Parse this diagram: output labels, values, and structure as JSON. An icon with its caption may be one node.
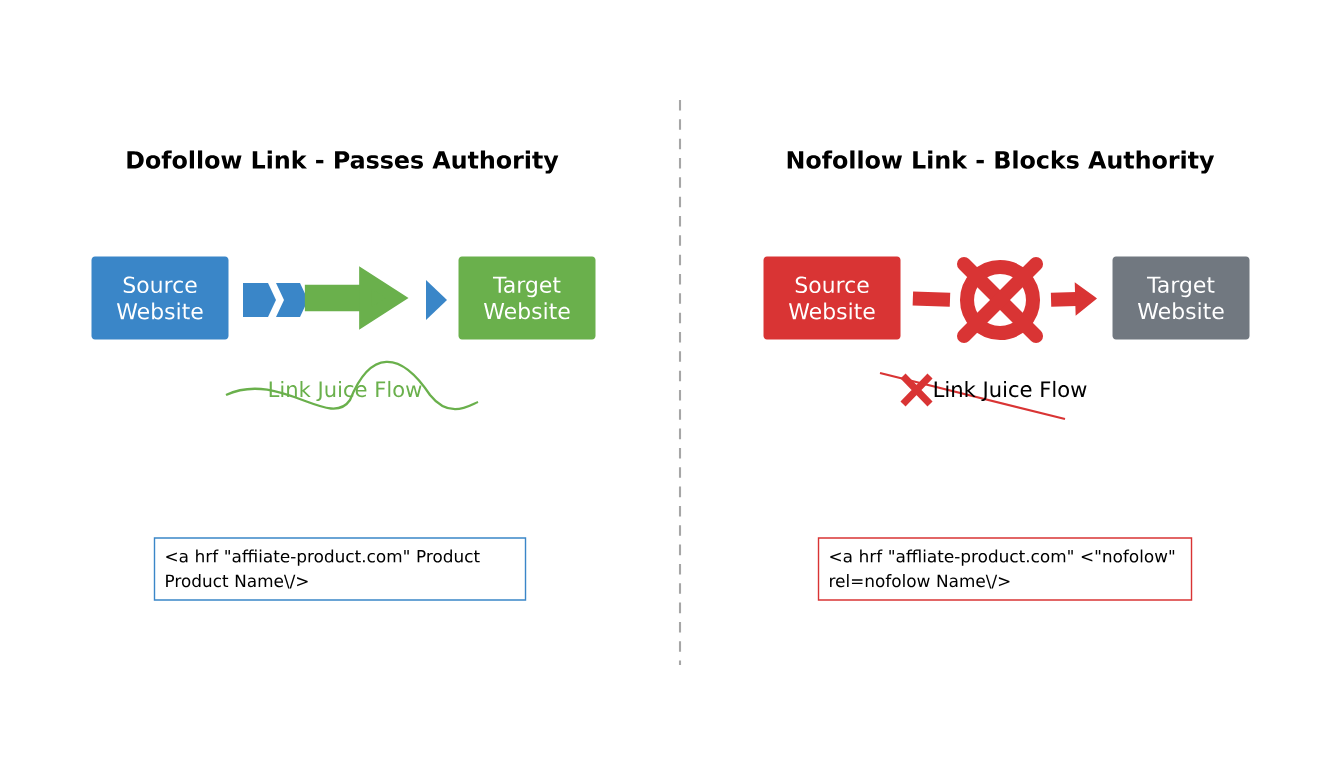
{
  "diagram": {
    "nodes": [
      {
        "text": [
          "Source Website"
        ]
      },
      {
        "text": [
          "Target Website"
        ]
      },
      {
        "text": [
          "Source Website"
        ]
      },
      {
        "text": [],
        "shape": "circle"
      },
      {
        "text": [
          "Target Website"
        ]
      },
      {
        "text": [
          "<a hrf  \"affiiate-product.com\" Product Product Name\\/>"
        ]
      },
      {
        "text": [
          "<a hrf \"affliate-product.com\" <\"nofolow\" rel=nofolow Name\\/>"
        ]
      }
    ],
    "edges": [
      {
        "from": 0,
        "to": 1,
        "arrow": "to",
        "style": "thick",
        "color": "#6ab04c"
      },
      {
        "from": 2,
        "to": 3,
        "arrow": "none"
      },
      {
        "from": 3,
        "to": 4,
        "arrow": "to"
      }
    ],
    "labels": [
      "Dofollow Link - Passes Authority",
      "Nofollow Link - Blocks Authority",
      "Link Juice Flow",
      "Link Juice Flow"
    ]
  }
}
